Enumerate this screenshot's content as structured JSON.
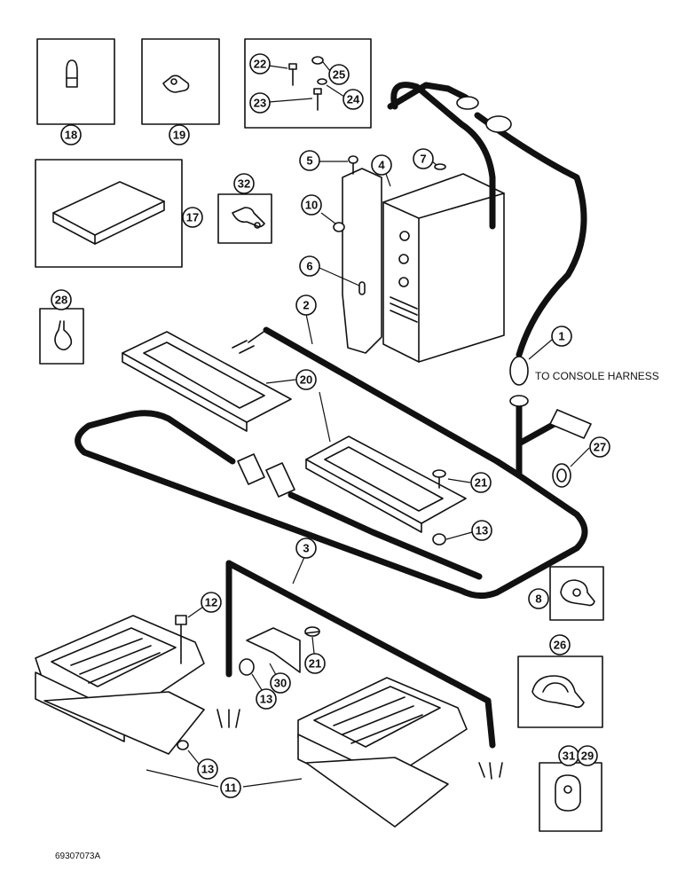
{
  "callouts": {
    "c1": "1",
    "c2": "2",
    "c3": "3",
    "c4": "4",
    "c5": "5",
    "c6": "6",
    "c7": "7",
    "c8": "8",
    "c10": "10",
    "c11": "11",
    "c12": "12",
    "c13a": "13",
    "c13b": "13",
    "c13c": "13",
    "c17": "17",
    "c18": "18",
    "c19": "19",
    "c20": "20",
    "c21a": "21",
    "c21b": "21",
    "c22": "22",
    "c23": "23",
    "c24": "24",
    "c25": "25",
    "c26": "26",
    "c27": "27",
    "c28": "28",
    "c29": "29",
    "c30": "30",
    "c31": "31",
    "c32": "32"
  },
  "note_console_harness": "TO CONSOLE HARNESS",
  "figure_id": "69307073A"
}
